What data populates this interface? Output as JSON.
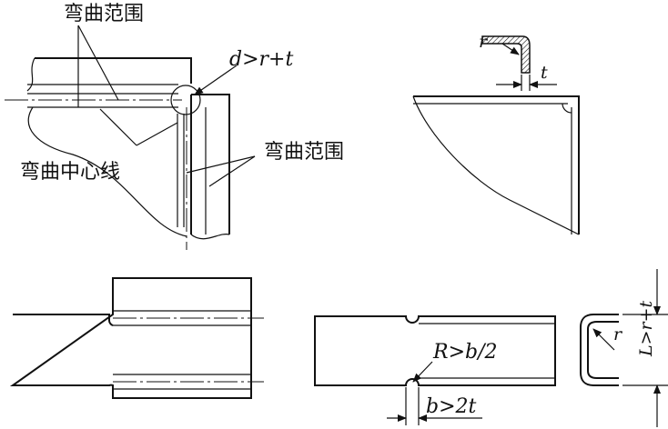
{
  "labels": {
    "bend_range_top": "弯曲范围",
    "bend_range_right": "弯曲范围",
    "bend_centerline": "弯曲中心线",
    "d_condition": "d>r+t",
    "r_top": "r",
    "t_top": "t",
    "r_condition": "R>b/2",
    "b_condition": "b>2t",
    "r_small": "r",
    "l_condition": "L>r+t"
  }
}
